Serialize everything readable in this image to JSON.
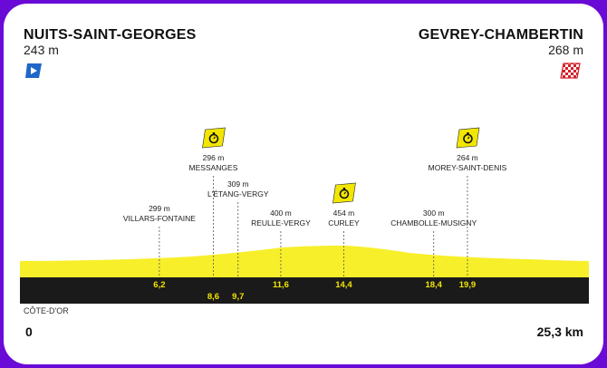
{
  "start": {
    "name": "NUITS-SAINT-GEORGES",
    "altitude": "243 m",
    "icon": "start-flag-icon"
  },
  "finish": {
    "name": "GEVREY-CHAMBERTIN",
    "altitude": "268 m",
    "icon": "finish-checkered-flag-icon"
  },
  "region": "CÔTE-D'OR",
  "km_start": "0",
  "km_end": "25,3 km",
  "colors": {
    "profile": "#f7ef2a",
    "base": "#1a1a1a",
    "km_text": "#f2e600",
    "frame": "#6a0ad6",
    "chrono": "#f2e600"
  },
  "checkpoints": [
    {
      "name": "VILLARS-FONTAINE",
      "altitude": "299 m",
      "km": "6,2",
      "km_value": 6.2,
      "chrono": false
    },
    {
      "name": "MESSANGES",
      "altitude": "296 m",
      "km": "8,6",
      "km_value": 8.6,
      "chrono": true
    },
    {
      "name": "L'ÉTANG-VERGY",
      "altitude": "309 m",
      "km": "9,7",
      "km_value": 9.7,
      "chrono": false
    },
    {
      "name": "REULLE-VERGY",
      "altitude": "400 m",
      "km": "11,6",
      "km_value": 11.6,
      "chrono": false
    },
    {
      "name": "CURLEY",
      "altitude": "454 m",
      "km": "14,4",
      "km_value": 14.4,
      "chrono": true
    },
    {
      "name": "CHAMBOLLE-MUSIGNY",
      "altitude": "300 m",
      "km": "18,4",
      "km_value": 18.4,
      "chrono": false
    },
    {
      "name": "MOREY-SAINT-DENIS",
      "altitude": "264 m",
      "km": "19,9",
      "km_value": 19.9,
      "chrono": true
    }
  ]
}
